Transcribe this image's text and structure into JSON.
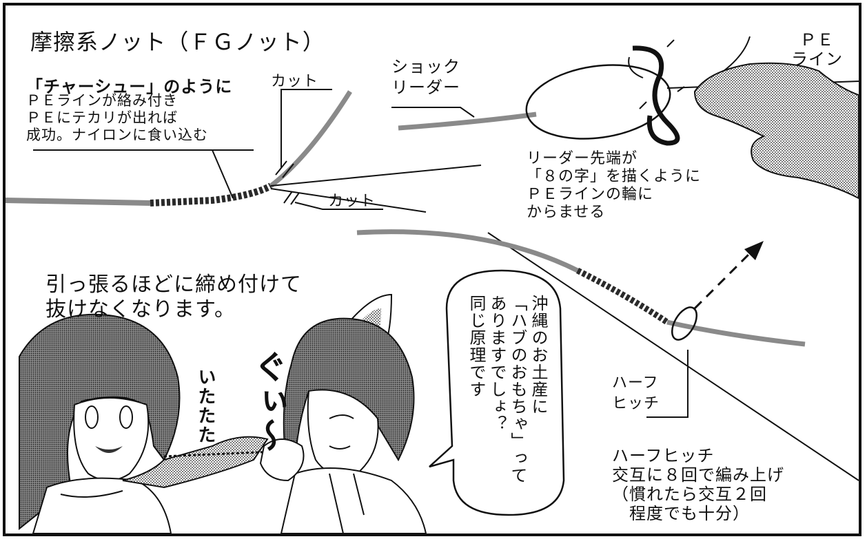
{
  "panel": {
    "title": "摩擦系ノット（ＦＧノット）",
    "success_note": {
      "heading": "「チャーシュー」のように",
      "body": "ＰＥラインが絡み付き\nＰＥにテカリが出れば\n成功。ナイロンに食い込む"
    },
    "cut_top": "カット",
    "cut_mid": "カット",
    "shock_leader": "ショック\nリーダー",
    "pe_line": "ＰＥ\nライン",
    "figure8_note": "リーダー先端が\n「８の字」を描くように\nＰＥラインの輪に\nからませる",
    "dialogue_left": "引っ張るほどに締め付けて\n抜けなくなります。",
    "sfx_itatata": "いたたた",
    "sfx_gui": "ぐぃ〜",
    "speech_bubble": "沖縄のお土産に\n「ハブのおもちゃ」って\nありますでしょ？\n同じ原理です",
    "half_hitch_label": "ハーフ\nヒッチ",
    "half_hitch_note": "ハーフヒッチ\n交互に８回で編み上げ\n（慣れたら交互２回\n　程度でも十分）"
  },
  "colors": {
    "ink": "#111111",
    "line_gray": "#8a8a8a",
    "screentone": "#b8b8b8",
    "paper": "#ffffff"
  }
}
